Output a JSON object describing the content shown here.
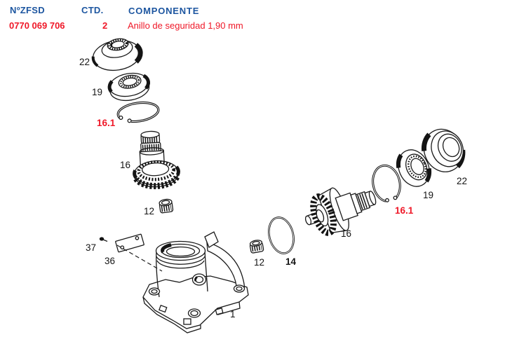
{
  "header": {
    "col_part_number": "NºZFSD",
    "col_qty": "CTD.",
    "col_component": "COMPONENTE",
    "row": {
      "part_number": "0770 069 706",
      "qty": "2",
      "component": "Anillo de seguridad 1,90 mm"
    }
  },
  "colors": {
    "header_blue": "#1d56a0",
    "highlight_red": "#ef1828",
    "line_black": "#1a1a1a",
    "background": "#ffffff"
  },
  "diagram": {
    "description": "Exploded parts diagram of a gear housing assembly",
    "parts": [
      {
        "label": "22",
        "name": "bearing-cap-left"
      },
      {
        "label": "19",
        "name": "seal-ring-left"
      },
      {
        "label": "16.1",
        "name": "snap-ring-left",
        "highlighted": true
      },
      {
        "label": "16",
        "name": "gear-shaft-left"
      },
      {
        "label": "12",
        "name": "bushing-left"
      },
      {
        "label": "37",
        "name": "screw"
      },
      {
        "label": "36",
        "name": "lock-plate"
      },
      {
        "label": "1",
        "name": "gear-housing"
      },
      {
        "label": "12",
        "name": "bushing-right"
      },
      {
        "label": "14",
        "name": "o-ring"
      },
      {
        "label": "16",
        "name": "gear-shaft-right"
      },
      {
        "label": "16.1",
        "name": "snap-ring-right",
        "highlighted": true
      },
      {
        "label": "19",
        "name": "seal-ring-right"
      },
      {
        "label": "22",
        "name": "bearing-ring-right"
      }
    ]
  }
}
